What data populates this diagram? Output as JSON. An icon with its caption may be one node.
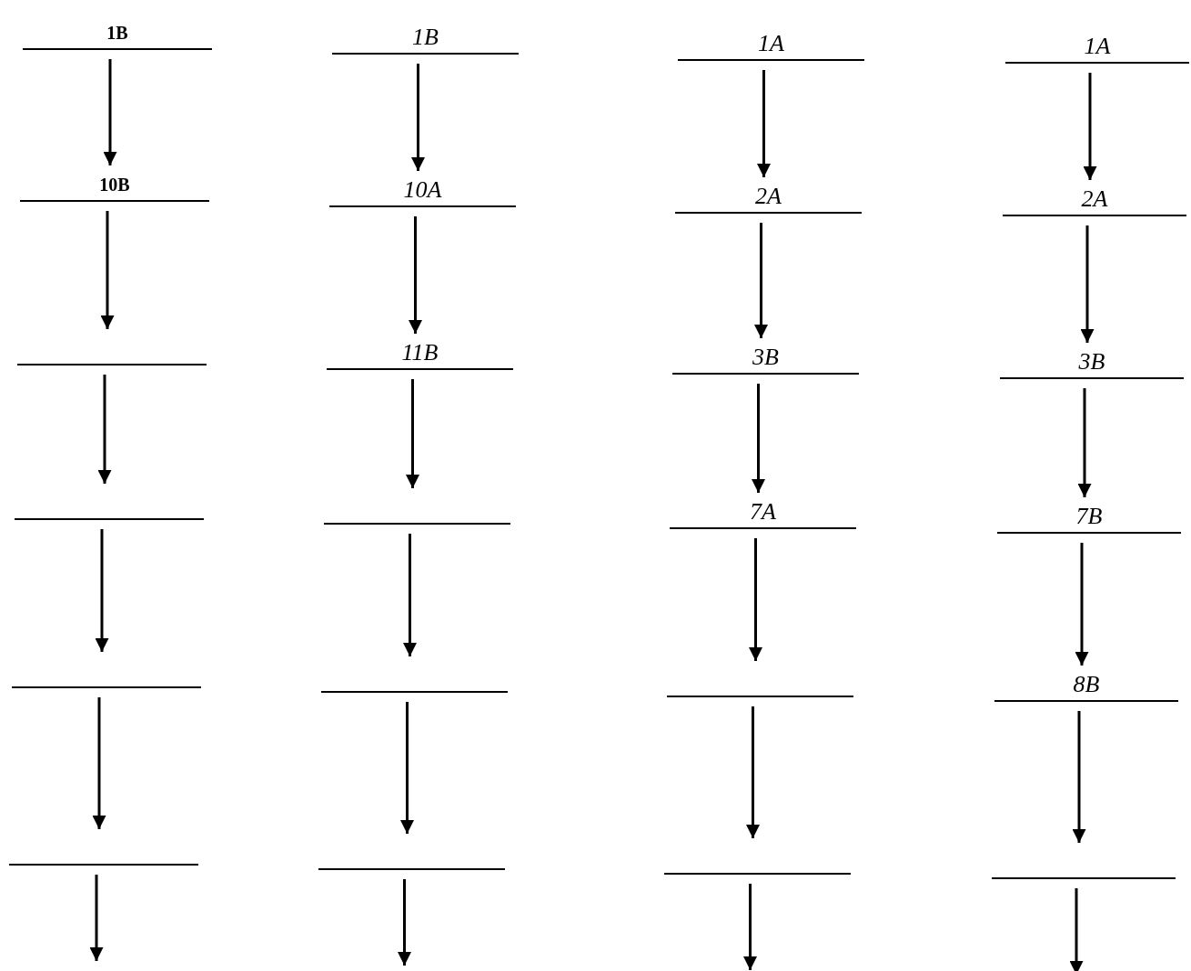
{
  "diagram": {
    "nodes": [
      {
        "text": [
          "1B"
        ]
      },
      {
        "text": [
          "10B"
        ]
      },
      {
        "text": [],
        "shape": "line"
      },
      {
        "text": [],
        "shape": "line"
      },
      {
        "text": [],
        "shape": "line"
      },
      {
        "text": [],
        "shape": "line"
      },
      {
        "text": [
          "1B"
        ]
      },
      {
        "text": [
          "10A"
        ]
      },
      {
        "text": [
          "11B"
        ]
      },
      {
        "text": [],
        "shape": "line"
      },
      {
        "text": [],
        "shape": "line"
      },
      {
        "text": [],
        "shape": "line"
      },
      {
        "text": [
          "1A"
        ]
      },
      {
        "text": [
          "2A"
        ]
      },
      {
        "text": [
          "3B"
        ]
      },
      {
        "text": [
          "7A"
        ]
      },
      {
        "text": [],
        "shape": "line"
      },
      {
        "text": [],
        "shape": "line"
      },
      {
        "text": [
          "1A"
        ]
      },
      {
        "text": [
          "2A"
        ]
      },
      {
        "text": [
          "3B"
        ]
      },
      {
        "text": [
          "7B"
        ]
      },
      {
        "text": [
          "8B"
        ]
      },
      {
        "text": [],
        "shape": "line"
      }
    ],
    "edges": [
      {
        "from": 0,
        "to": 1,
        "arrow": "to"
      },
      {
        "from": 1,
        "to": 2,
        "arrow": "to"
      },
      {
        "from": 2,
        "to": 3,
        "arrow": "to"
      },
      {
        "from": 3,
        "to": 4,
        "arrow": "to"
      },
      {
        "from": 4,
        "to": 5,
        "arrow": "to"
      },
      {
        "from": 5,
        "to": null,
        "arrow": "to"
      },
      {
        "from": 6,
        "to": 7,
        "arrow": "to"
      },
      {
        "from": 7,
        "to": 8,
        "arrow": "to"
      },
      {
        "from": 8,
        "to": 9,
        "arrow": "to"
      },
      {
        "from": 9,
        "to": 10,
        "arrow": "to"
      },
      {
        "from": 10,
        "to": 11,
        "arrow": "to"
      },
      {
        "from": 11,
        "to": null,
        "arrow": "to"
      },
      {
        "from": 12,
        "to": 13,
        "arrow": "to"
      },
      {
        "from": 13,
        "to": 14,
        "arrow": "to"
      },
      {
        "from": 14,
        "to": 15,
        "arrow": "to"
      },
      {
        "from": 15,
        "to": 16,
        "arrow": "to"
      },
      {
        "from": 16,
        "to": 17,
        "arrow": "to"
      },
      {
        "from": 17,
        "to": null,
        "arrow": "to"
      },
      {
        "from": 18,
        "to": 19,
        "arrow": "to"
      },
      {
        "from": 19,
        "to": 20,
        "arrow": "to"
      },
      {
        "from": 20,
        "to": 21,
        "arrow": "to"
      },
      {
        "from": 21,
        "to": 22,
        "arrow": "to"
      },
      {
        "from": 22,
        "to": 23,
        "arrow": "to"
      },
      {
        "from": 23,
        "to": null,
        "arrow": "to"
      }
    ]
  }
}
